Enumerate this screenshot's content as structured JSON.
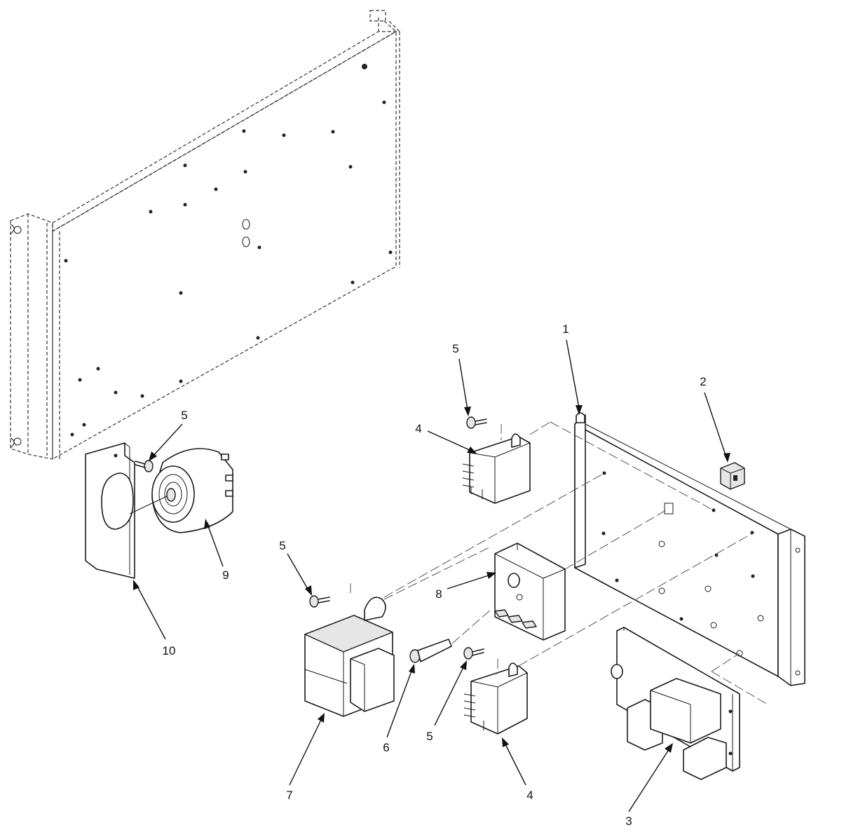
{
  "callouts": {
    "c1": "1",
    "c2": "2",
    "c3": "3",
    "c4a": "4",
    "c4b": "4",
    "c5a": "5",
    "c5b": "5",
    "c5c": "5",
    "c5d": "5",
    "c6": "6",
    "c7": "7",
    "c8": "8",
    "c9": "9",
    "c10": "10"
  }
}
